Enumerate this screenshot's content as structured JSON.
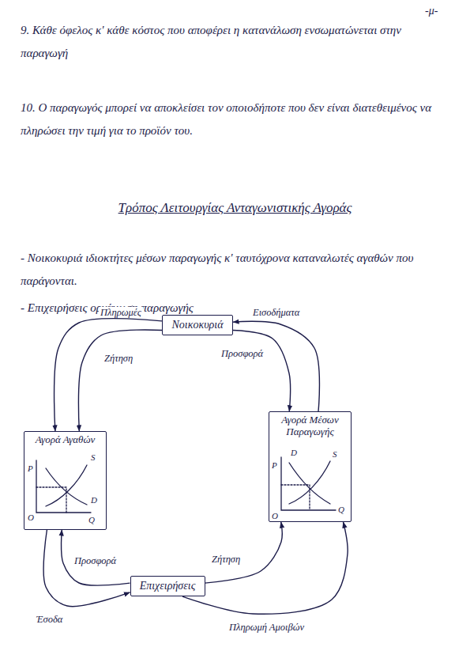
{
  "diagram": {
    "title": "Τρόπος Λειτουργίας Ανταγωνιστικής Αγοράς",
    "nodes": [
      {
        "text": [
          "Νοικοκυριά"
        ]
      },
      {
        "text": [
          "Αγορά Αγαθών"
        ]
      },
      {
        "text": [
          "Αγορά Μέσων Παραγωγής"
        ]
      },
      {
        "text": [
          "Επιχειρήσεις"
        ]
      }
    ],
    "edges": [
      {
        "from": 0,
        "to": 1,
        "label": "Πληρωμές",
        "arrow": "to"
      },
      {
        "from": 0,
        "to": 1,
        "label": "Ζήτηση",
        "arrow": "to"
      },
      {
        "from": 2,
        "to": 0,
        "label": "Εισοδήματα",
        "arrow": "to"
      },
      {
        "from": 0,
        "to": 2,
        "label": "Προσφορά",
        "arrow": "to"
      },
      {
        "from": 3,
        "to": 1,
        "label": "Προσφορά",
        "arrow": "to"
      },
      {
        "from": 1,
        "to": 3,
        "label": "Έσοδα",
        "arrow": "to"
      },
      {
        "from": 3,
        "to": 2,
        "label": "Ζήτηση",
        "arrow": "to"
      },
      {
        "from": 3,
        "to": 2,
        "label": "Πληρωμή Αμοιβών",
        "arrow": "to"
      }
    ],
    "labels": [
      "-μ-",
      "9. Κάθε όφελος κ' κάθε κόστος που αποφέρει η κατανάλωση ενσωματώνεται στην παραγωγή",
      "10. Ο παραγωγός μπορεί να αποκλείσει τον οποιοδήποτε που δεν είναι διατεθειμένος να πληρώσει την τιμή για το προϊόν του.",
      "- Νοικοκυριά ιδιοκτήτες μέσων παραγωγής κ' ταυτόχρονα καταναλωτές αγαθών που παράγονται.",
      "- Επιχειρήσεις οργάνωση παραγωγής",
      "P",
      "S",
      "D",
      "O",
      "Q",
      "P",
      "D",
      "S",
      "O",
      "Q"
    ]
  }
}
